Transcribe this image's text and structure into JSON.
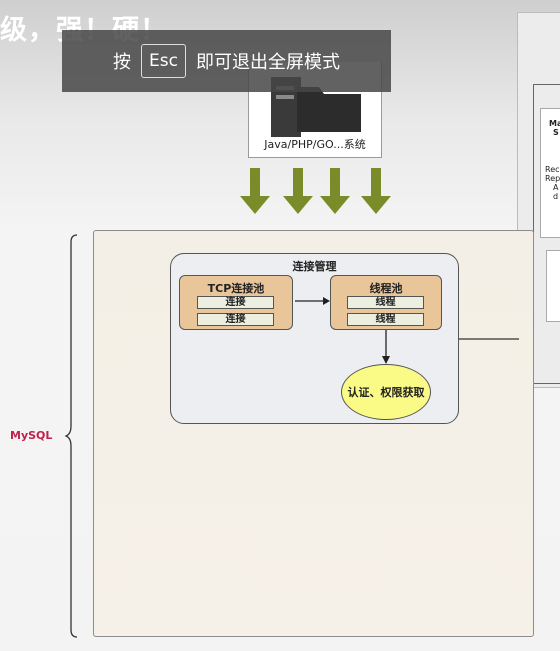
{
  "video": {
    "title_fragment": "级，强！硬！"
  },
  "fullscreen_toast": {
    "prefix": "按",
    "key": "Esc",
    "suffix": "即可退出全屏模式"
  },
  "diagram": {
    "client_system_label": "Java/PHP/GO...系统",
    "mysql_label": "MySQL",
    "connection_management": {
      "title": "连接管理",
      "tcp_pool": {
        "title": "TCP连接池",
        "items": [
          "连接",
          "连接"
        ]
      },
      "thread_pool": {
        "title": "线程池",
        "items": [
          "线程",
          "线程"
        ]
      },
      "auth": "认证、权限获取"
    },
    "right_panel": {
      "lines": [
        "Ma",
        "S",
        "Rec",
        "Rep",
        "A",
        "d"
      ]
    },
    "colors": {
      "arrow_green": "#7a8c2a",
      "pool_fill": "#e9c59a",
      "auth_fill": "#fafa86",
      "mysql_text": "#c0224d"
    }
  }
}
